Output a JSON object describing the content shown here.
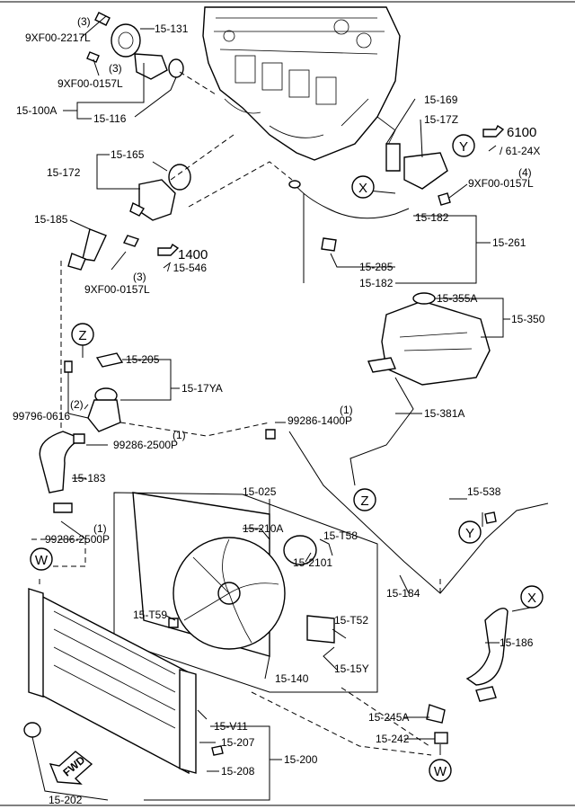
{
  "parts": {
    "p15_131": "15-131",
    "p9xf00_2217l": "9XF00-2217L",
    "p9xf00_0157l_top": "9XF00-0157L",
    "p15_100a": "15-100A",
    "p15_116": "15-116",
    "p15_169": "15-169",
    "p15_17z": "15-17Z",
    "ref6100": "6100",
    "ref61_24x": "/ 61-24X",
    "p9xf00_0157l_right": "9XF00-0157L",
    "p15_165": "15-165",
    "p15_172": "15-172",
    "p15_182_a": "15-182",
    "p15_261": "15-261",
    "p15_185": "15-185",
    "ref1400": "1400",
    "ref15_546": "/ 15-546",
    "p9xf00_0157l_left": "9XF00-0157L",
    "p15_285": "15-285",
    "p15_182_b": "15-182",
    "p15_355a": "15-355A",
    "p15_350": "15-350",
    "p15_205": "15-205",
    "p15_17ya": "15-17YA",
    "p99796_0616": "99796-0616",
    "p99286_1400p": "99286-1400P",
    "p99286_2500p_a": "99286-2500P",
    "p15_381a": "15-381A",
    "p15_183": "15-183",
    "p15_025": "15-025",
    "p15_538": "15-538",
    "p99286_2500p_b": "99286-2500P",
    "p15_210a": "15-210A",
    "p15_t58": "15-T58",
    "p15_2101": "15-2101",
    "p15_184": "15-184",
    "p15_t59": "15-T59",
    "p15_t52": "15-T52",
    "p15_186": "15-186",
    "p15_15y": "15-15Y",
    "p15_140": "15-140",
    "p15_v11": "15-V11",
    "p15_245a": "15-245A",
    "p15_207": "15-207",
    "p15_242": "15-242",
    "p15_200": "15-200",
    "p15_208": "15-208",
    "p15_202": "15-202"
  },
  "quantities": {
    "q3a": "(3)",
    "q3b": "(3)",
    "q4": "(4)",
    "q3c": "(3)",
    "q2": "(2)",
    "q1a": "(1)",
    "q1b": "(1)",
    "q1c": "(1)"
  },
  "callouts": {
    "x1": "X",
    "x2": "X",
    "y1": "Y",
    "y2": "Y",
    "z1": "Z",
    "z2": "Z",
    "w1": "W",
    "w2": "W"
  },
  "fwd": "FWD"
}
